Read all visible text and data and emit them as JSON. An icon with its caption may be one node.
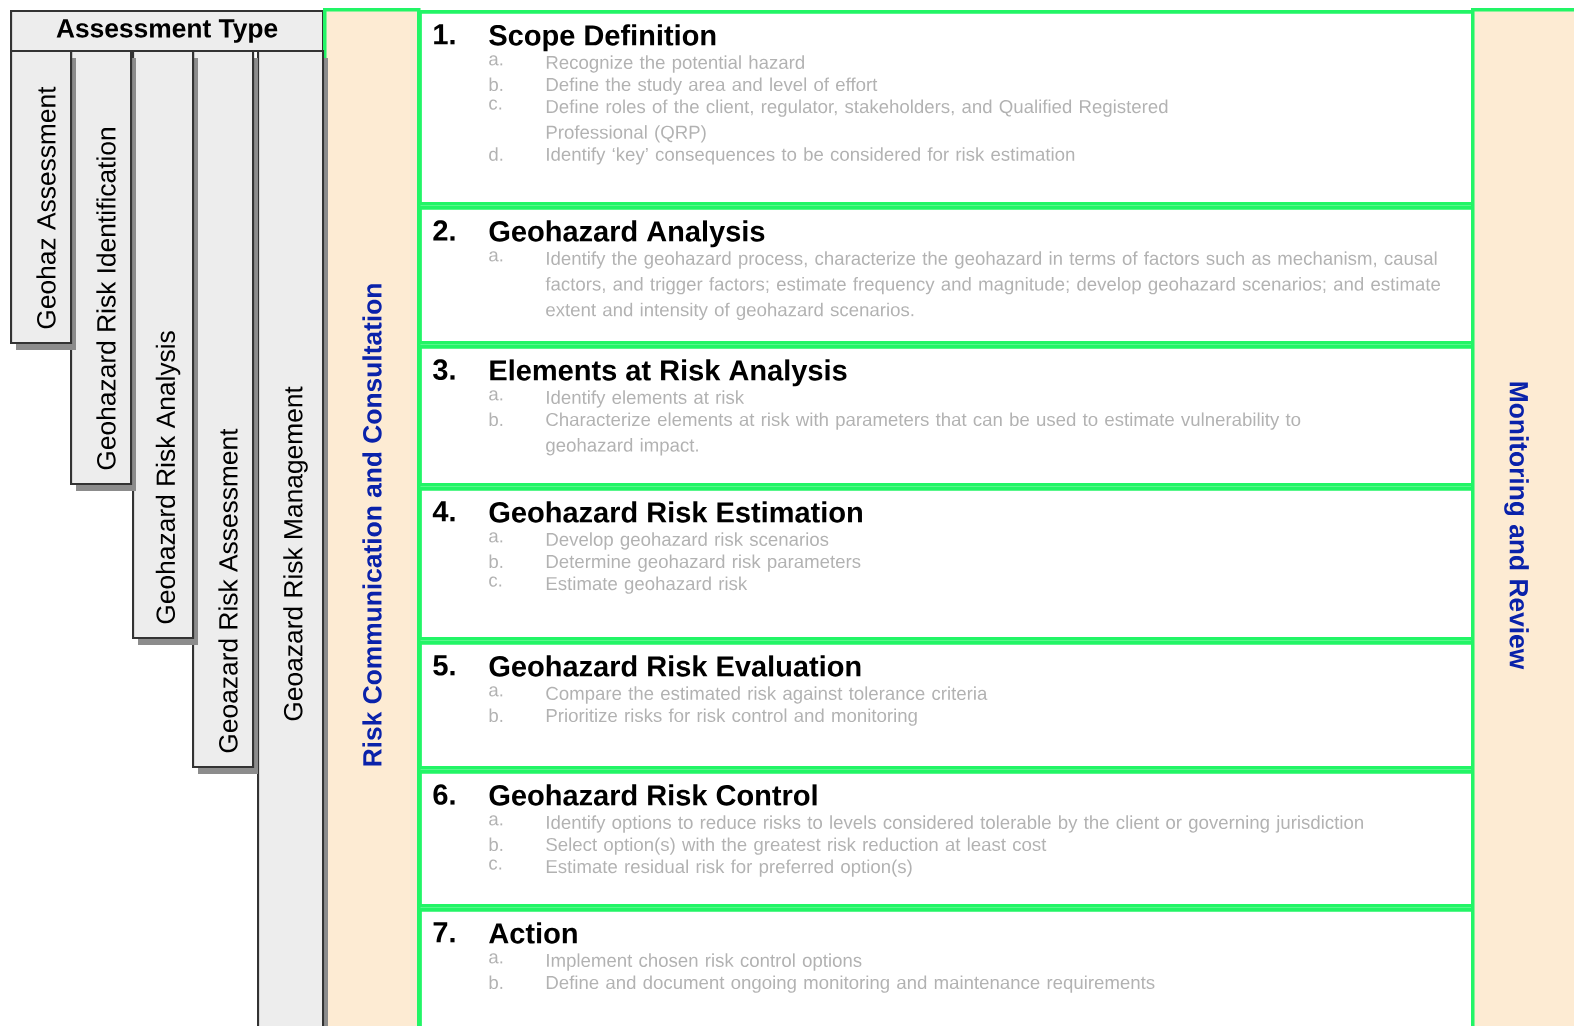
{
  "diagram": {
    "nodes": [
      {
        "text": [
          "Assessment Type"
        ]
      },
      {
        "text": [
          "Geohaz Assessment"
        ]
      },
      {
        "text": [
          "Geohazard Risk Identification"
        ]
      },
      {
        "text": [
          "Geohazard Risk Analysis"
        ]
      },
      {
        "text": [
          "Geoazard Risk Assessment"
        ]
      },
      {
        "text": [
          "Geoazard Risk Management"
        ]
      },
      {
        "text": [
          "Risk Communication and Consultation"
        ]
      },
      {
        "text": [
          "1.",
          "Scope Definition",
          "a.",
          "Recognize the potential hazard",
          "b.",
          "Define the study area and level of effort",
          "c.",
          "Define roles of the client, regulator, stakeholders, and Qualified Registered Professional (QRP)",
          "d.",
          "Identify ‘key’ consequences to be considered for risk estimation"
        ]
      },
      {
        "text": [
          "2.",
          "Geohazard Analysis",
          "a.",
          "Identify the geohazard process, characterize the geohazard in terms of factors such as mechanism, causal factors, and trigger factors; estimate frequency and magnitude; develop geohazard scenarios; and estimate extent and intensity of geohazard scenarios."
        ]
      },
      {
        "text": [
          "3.",
          "Elements at Risk Analysis",
          "a.",
          "Identify elements at risk",
          "b.",
          "Characterize elements at risk with parameters that can be used to estimate vulnerability to geohazard impact."
        ]
      },
      {
        "text": [
          "4.",
          "Geohazard Risk Estimation",
          "a.",
          "Develop geohazard risk scenarios",
          "b.",
          "Determine geohazard risk parameters",
          "c.",
          "Estimate geohazard risk"
        ]
      },
      {
        "text": [
          "5.",
          "Geohazard Risk Evaluation",
          "a.",
          "Compare the estimated risk against tolerance criteria",
          "b.",
          "Prioritize risks for risk control and monitoring"
        ]
      },
      {
        "text": [
          "6.",
          "Geohazard Risk Control",
          "a.",
          "Identify options to reduce risks to levels considered tolerable by the client or governing jurisdiction",
          "b.",
          "Select option(s) with the greatest risk reduction at least cost",
          "c.",
          "Estimate residual risk for preferred option(s)"
        ]
      },
      {
        "text": [
          "7.",
          "Action",
          "a.",
          "Implement chosen risk control options",
          "b.",
          "Define and document ongoing monitoring and maintenance requirements"
        ]
      },
      {
        "text": [
          "Monitoring and Review"
        ]
      }
    ]
  }
}
